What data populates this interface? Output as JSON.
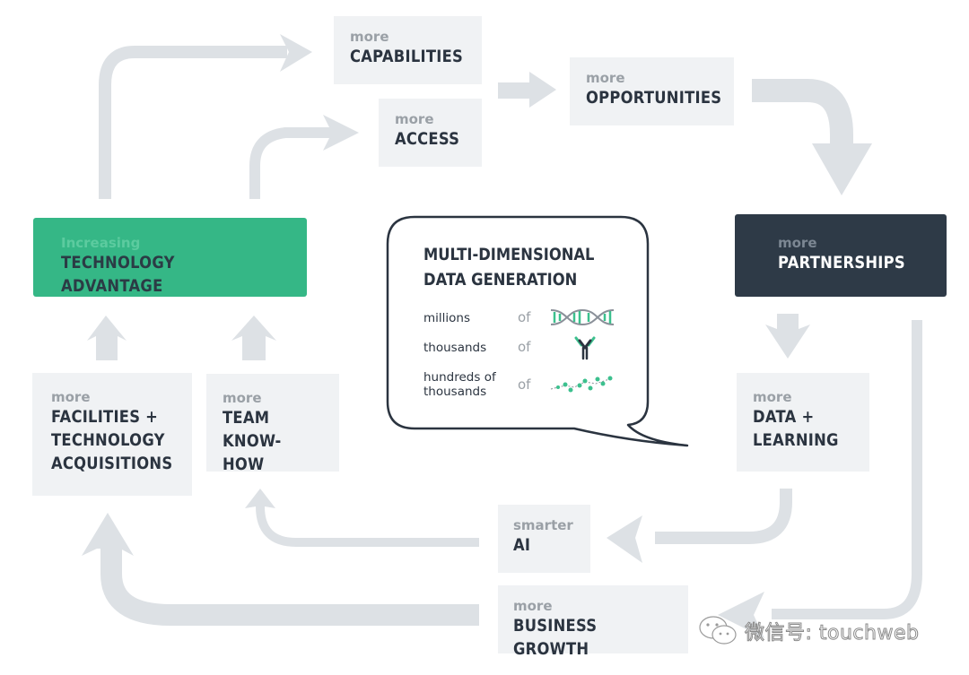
{
  "diagram": {
    "title": "Technology advantage flywheel",
    "nodes": [
      {
        "id": "capabilities",
        "prefix": "more",
        "label": "CAPABILITIES"
      },
      {
        "id": "access",
        "prefix": "more",
        "label": "ACCESS"
      },
      {
        "id": "opportunities",
        "prefix": "more",
        "label": "OPPORTUNITIES"
      },
      {
        "id": "technology-advantage",
        "prefix": "increasing",
        "label": "TECHNOLOGY ADVANTAGE"
      },
      {
        "id": "partnerships",
        "prefix": "more",
        "label": "PARTNERSHIPS"
      },
      {
        "id": "facilities",
        "prefix": "more",
        "label": "FACILITIES +\nTECHNOLOGY\nACQUISITIONS"
      },
      {
        "id": "team",
        "prefix": "more",
        "label": "TEAM\nKNOW-HOW"
      },
      {
        "id": "data-learning",
        "prefix": "more",
        "label": "DATA +\nLEARNING"
      },
      {
        "id": "ai",
        "prefix": "smarter",
        "label": "AI"
      },
      {
        "id": "business-growth",
        "prefix": "more",
        "label": "BUSINESS GROWTH"
      }
    ],
    "edges": [
      {
        "from": "technology-advantage",
        "to": "capabilities"
      },
      {
        "from": "technology-advantage",
        "to": "access"
      },
      {
        "from": "access",
        "to": "opportunities"
      },
      {
        "from": "opportunities",
        "to": "partnerships"
      },
      {
        "from": "partnerships",
        "to": "data-learning"
      },
      {
        "from": "data-learning",
        "to": "ai"
      },
      {
        "from": "ai",
        "to": "team"
      },
      {
        "from": "partnerships",
        "to": "business-growth"
      },
      {
        "from": "business-growth",
        "to": "facilities"
      },
      {
        "from": "facilities",
        "to": "technology-advantage"
      },
      {
        "from": "team",
        "to": "technology-advantage"
      }
    ],
    "callout": {
      "title": "MULTI-DIMENSIONAL\nDATA GENERATION",
      "rows": [
        {
          "amount": "millions",
          "of": "of",
          "icon": "dna-icon"
        },
        {
          "amount": "thousands",
          "of": "of",
          "icon": "antibody-icon"
        },
        {
          "amount": "hundreds of\nthousands",
          "of": "of",
          "icon": "molecule-chain-icon"
        }
      ]
    }
  },
  "colors": {
    "box_bg": "#f0f2f4",
    "arrow": "#dde1e5",
    "accent_green": "#35b786",
    "dark_navy": "#2e3a47",
    "text_dark": "#2b3440",
    "text_muted": "#9aa0a6",
    "icon_green": "#3cc08e"
  },
  "watermark": {
    "icon": "wechat-icon",
    "text": "微信号: touchweb"
  }
}
